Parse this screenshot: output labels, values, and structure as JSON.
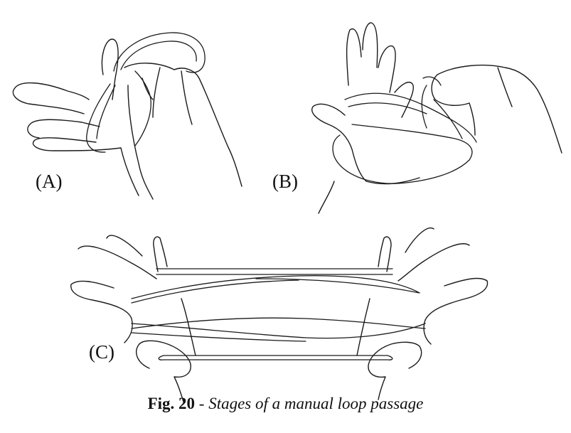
{
  "figure": {
    "panels": [
      {
        "id": "A",
        "label": "(A)"
      },
      {
        "id": "B",
        "label": "(B)"
      },
      {
        "id": "C",
        "label": "(C)"
      }
    ],
    "caption": {
      "number": "Fig. 20",
      "separator": " - ",
      "text": "Stages of a manual loop passage"
    }
  }
}
